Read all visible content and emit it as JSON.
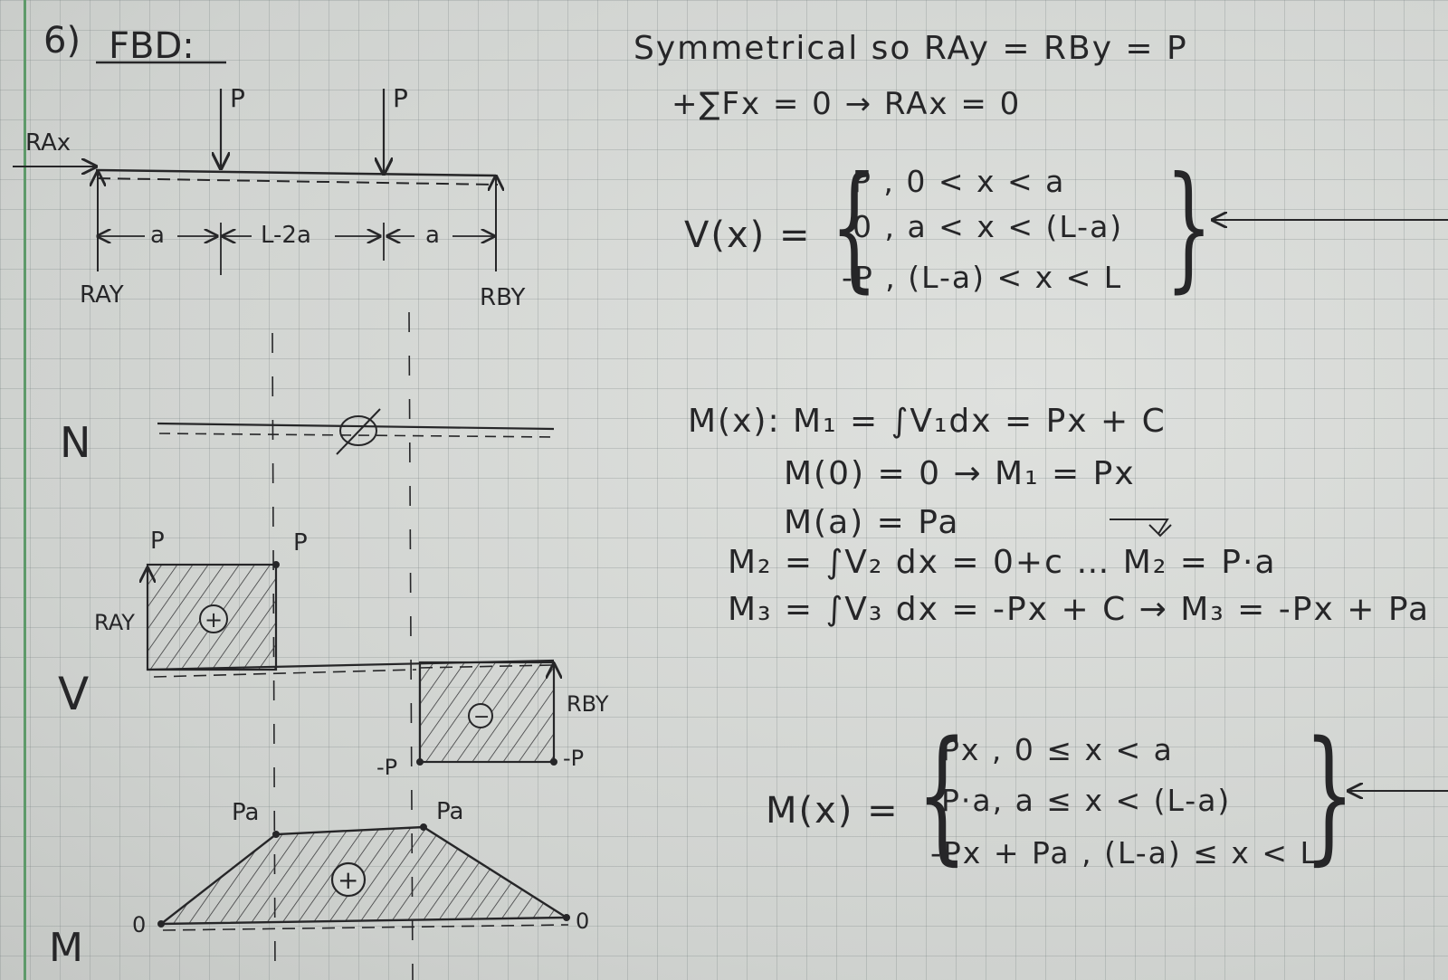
{
  "problem": {
    "number": "6)",
    "title": "FBD:"
  },
  "fbd": {
    "load_left": "P",
    "load_right": "P",
    "rax": "RAx",
    "ray": "RAY",
    "rby": "RBY",
    "dim_left": "a",
    "dim_mid": "L-2a",
    "dim_right": "a"
  },
  "n_diagram": {
    "label": "N",
    "value": "∅"
  },
  "v_diagram": {
    "label": "V",
    "top_left": "P",
    "top_right": "P",
    "left_reaction": "RAY",
    "right_reaction": "RBY",
    "bottom_left": "-P",
    "bottom_right": "-P",
    "positive_sign": "+",
    "negative_sign": "−"
  },
  "m_diagram": {
    "label": "M",
    "peak_left": "Pa",
    "peak_right": "Pa",
    "start": "0",
    "end": "0",
    "positive_sign": "+"
  },
  "equations": {
    "symmetry": "Symmetrical so RAy = RBy = P",
    "sum_fx": "+∑Fx = 0 →  RAx = 0",
    "v_lhs": "V(x) =",
    "v_cases": [
      "P ,  0 < x < a",
      "0 ,  a < x < (L-a)",
      "-P , (L-a) < x < L"
    ],
    "m_head": "M(x):  M₁ = ∫V₁dx = Px + C",
    "m_line2": "M(0) = 0  →   M₁ = Px",
    "m_line3": "M(a) = Pa",
    "m_line4": "M₂ = ∫V₂ dx =  0+c …  M₂ = P·a",
    "m_line5": "M₃ = ∫V₃ dx = -Px + C →  M₃ = -Px + Pa",
    "m_lhs": "M(x) =",
    "m_cases": [
      "Px ,  0 ≤ x < a",
      "P·a,  a ≤ x < (L-a)",
      "-Px + Pa , (L-a) ≤ x < L"
    ]
  }
}
